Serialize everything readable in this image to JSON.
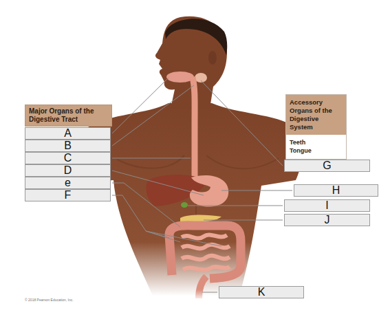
{
  "diagram": {
    "nodes": [
      {
        "text": [
          "Major Organs of the Digestive Tract"
        ]
      },
      {
        "text": [
          "A"
        ]
      },
      {
        "text": [
          "B"
        ]
      },
      {
        "text": [
          "C"
        ]
      },
      {
        "text": [
          "D"
        ]
      },
      {
        "text": [
          "e"
        ]
      },
      {
        "text": [
          "F"
        ]
      },
      {
        "text": [
          "Accessory Organs of the Digestive System",
          "Teeth",
          "Tongue"
        ]
      },
      {
        "text": [
          "G"
        ]
      },
      {
        "text": [
          "H"
        ]
      },
      {
        "text": [
          "I"
        ]
      },
      {
        "text": [
          "J"
        ]
      },
      {
        "text": [
          "K"
        ]
      }
    ],
    "labels": [
      "© 2018 Pearson Education, Inc."
    ]
  }
}
